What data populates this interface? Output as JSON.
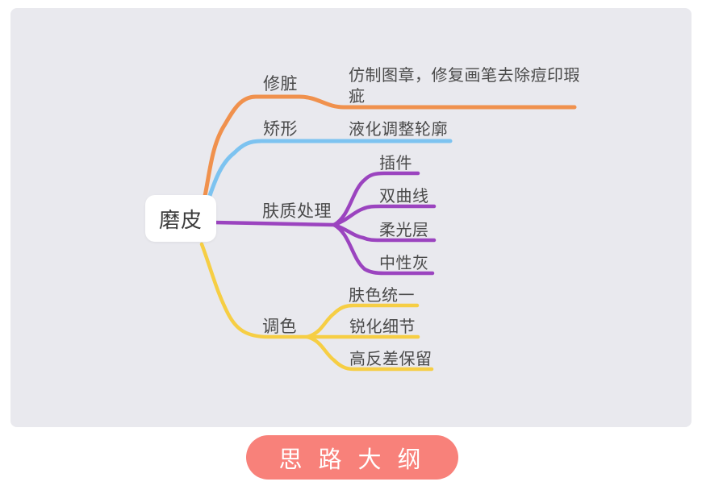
{
  "page": {
    "background": "#ffffff",
    "canvas_background": "#e9e9ee",
    "text_color": "#4a4a4a"
  },
  "mindmap": {
    "root": {
      "label": "磨皮"
    },
    "branches": [
      {
        "label": "修脏",
        "color": "#f0914d",
        "children": [
          {
            "label": "仿制图章，修复画笔去除痘印瑕疵"
          }
        ]
      },
      {
        "label": "矫形",
        "color": "#7dc3f0",
        "children": [
          {
            "label": "液化调整轮廓"
          }
        ]
      },
      {
        "label": "肤质处理",
        "color": "#9b44bf",
        "children": [
          {
            "label": "插件"
          },
          {
            "label": "双曲线"
          },
          {
            "label": "柔光层"
          },
          {
            "label": "中性灰"
          }
        ]
      },
      {
        "label": "调色",
        "color": "#f6ce44",
        "children": [
          {
            "label": "肤色统一"
          },
          {
            "label": "锐化细节"
          },
          {
            "label": "高反差保留"
          }
        ]
      }
    ]
  },
  "footer": {
    "button_label": "思路大纲",
    "button_color": "#f8817a",
    "button_text_color": "#ffffff"
  }
}
